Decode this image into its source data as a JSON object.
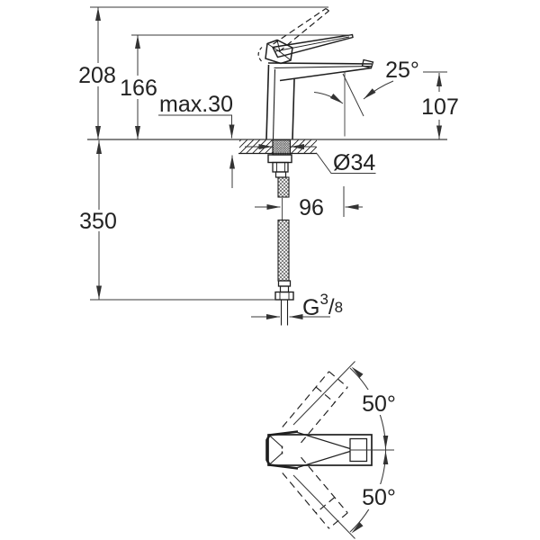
{
  "drawing": {
    "labels": {
      "height_overall": "208",
      "height_outlet": "166",
      "counter_thickness": "max.30",
      "spout_angle": "25°",
      "outlet_height": "107",
      "hole_diameter": "Ø34",
      "spout_reach": "96",
      "hose_length": "350",
      "thread_prefix": "G",
      "thread_numerator": "3",
      "thread_slash": "/",
      "thread_denominator": "8",
      "swivel_angle_upper": "50°",
      "swivel_angle_lower": "50°"
    },
    "colors": {
      "line": "#3a3a3a",
      "object": "#1f1f1f",
      "text": "#222222",
      "background": "#ffffff"
    }
  }
}
